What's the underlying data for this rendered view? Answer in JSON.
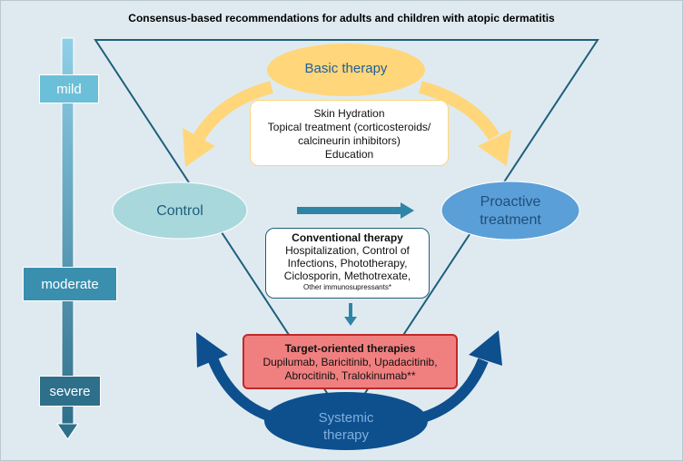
{
  "title": "Consensus-based recommendations for adults and children with atopic dermatitis",
  "severity": {
    "mild": "mild",
    "moderate": "moderate",
    "severe": "severe"
  },
  "basic_therapy": {
    "label": "Basic therapy",
    "items": [
      "Skin Hydration",
      "Topical treatment (corticosteroids/",
      "calcineurin inhibitors)",
      "Education"
    ]
  },
  "control": {
    "label": "Control"
  },
  "proactive": {
    "line1": "Proactive",
    "line2": "treatment"
  },
  "conventional": {
    "heading": "Conventional therapy",
    "items": [
      "Hospitalization, Control of",
      "Infections, Phototherapy,",
      "Ciclosporin, Methotrexate,"
    ],
    "footnote": "Other immunosupressants*"
  },
  "target": {
    "heading": "Target-oriented therapies",
    "items": [
      "Dupilumab, Baricitinib, Upadacitinib,",
      "Abrocitinib, Tralokinumab**"
    ]
  },
  "systemic": {
    "line1": "Systemic",
    "line2": "therapy"
  },
  "colors": {
    "background": "#dfeaf0",
    "triangle": "#1f5f7a",
    "basic": "#ffd67a",
    "control": "#a8d8dc",
    "proactive": "#5b9fd8",
    "arrow": "#2e85a8",
    "target_fill": "#f08080",
    "target_border": "#c0282a",
    "systemic": "#0e4f8e",
    "scale_light": "#8fd0e8",
    "scale_dark": "#2e6f8a"
  }
}
